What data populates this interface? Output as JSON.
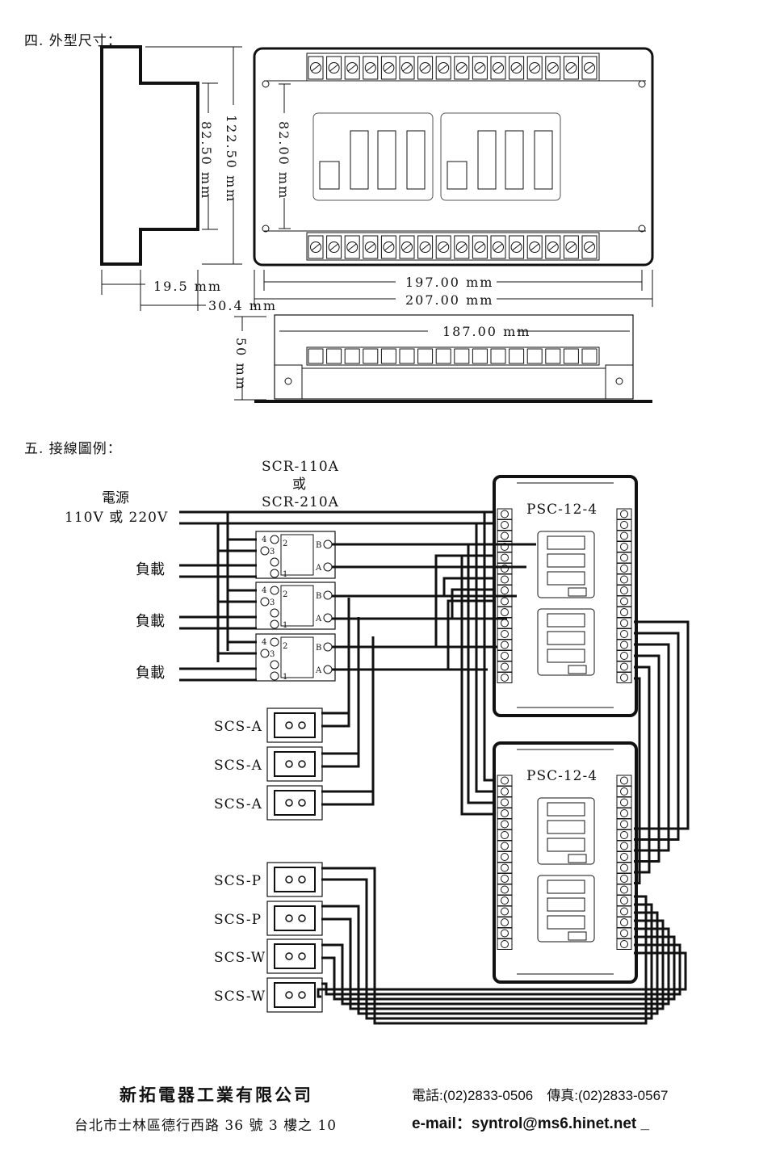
{
  "dimensions_section": {
    "title": "四. 外型尺寸：",
    "side_height_total": "122.50 mm",
    "side_height_inner": "82.50 mm",
    "side_width_small": "19.5 mm",
    "side_width_large": "30.4 mm",
    "front_inner_height": "82.00 mm",
    "front_inner_width": "197.00 mm",
    "front_outer_width": "207.00 mm",
    "bottom_width": "187.00 mm",
    "bottom_height": "50 mm"
  },
  "wiring_section": {
    "title": "五. 接線圖例：",
    "scr_model_1": "SCR-110A",
    "scr_or": "或",
    "scr_model_2": "SCR-210A",
    "power_label": "電源",
    "power_voltage": "110V 或 220V",
    "load_labels": [
      "負載",
      "負載",
      "負載"
    ],
    "module_labels": [
      "PSC-12-4",
      "PSC-12-4"
    ],
    "switch_labels": [
      "SCS-A",
      "SCS-A",
      "SCS-A",
      "SCS-P",
      "SCS-P",
      "SCS-W",
      "SCS-W"
    ],
    "scr_terminals": [
      "4",
      "3",
      "2",
      "1",
      "B",
      "A"
    ]
  },
  "footer": {
    "company": "新拓電器工業有限公司",
    "address": "台北市士林區德行西路 36 號 3 樓之 10",
    "tel": "電話:(02)2833-0506　傳真:(02)2833-0567",
    "email": "e-mail：syntrol@ms6.hinet.net _"
  }
}
